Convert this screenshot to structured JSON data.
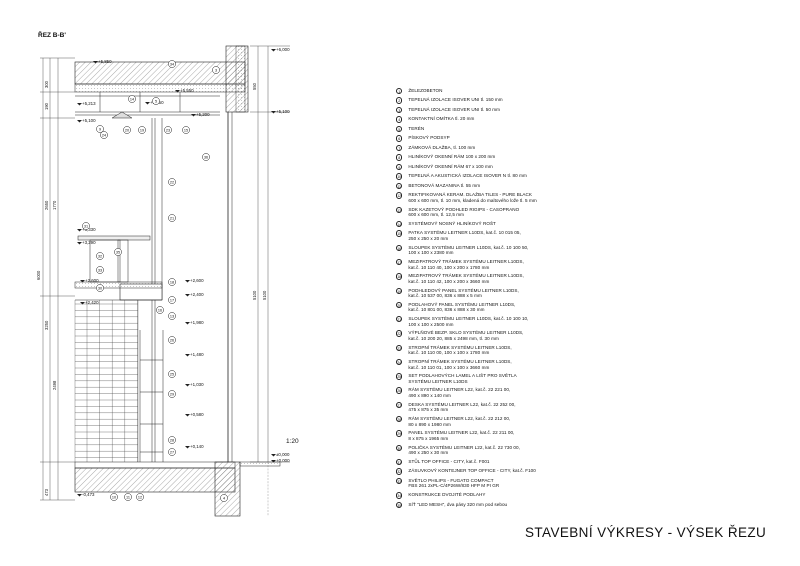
{
  "section_label": "ŘEZ B-B'",
  "scale": "1:20",
  "sheet_title": "STAVEBNÍ VÝKRESY - VÝSEK ŘEZU",
  "elevations": [
    "+6,000",
    "+5,850",
    "+5,550",
    "+5,250",
    "+5,213",
    "+5,200",
    "+5,100",
    "+5,100",
    "+3,330",
    "+3,290",
    "+2,600",
    "+2,600",
    "+2,420",
    "+2,400",
    "+1,980",
    "+1,480",
    "+1,030",
    "+0,580",
    "+0,140",
    "±0,000",
    "+0,000",
    "-0,473"
  ],
  "dims_left": [
    "300",
    "190",
    "1770",
    "2650",
    "6000",
    "3250",
    "2498",
    "473"
  ],
  "dims_right": [
    "550",
    "5100",
    "5100"
  ],
  "callouts": [
    "34",
    "3",
    "14",
    "5",
    "9",
    "23",
    "15",
    "19",
    "20",
    "24",
    "36",
    "22",
    "21",
    "31",
    "35",
    "32",
    "33",
    "30",
    "18",
    "17",
    "16",
    "13",
    "26",
    "25",
    "29",
    "28",
    "27",
    "12",
    "11",
    "10",
    "4"
  ],
  "legend": [
    {
      "n": "1",
      "text": "ŽELEZOBETON"
    },
    {
      "n": "2",
      "text": "TEPELNÁ IZOLACE ISOVER UNI tl. 150 mm"
    },
    {
      "n": "3",
      "text": "TEPELNÁ IZOLACE ISOVER UNI tl. 50 mm"
    },
    {
      "n": "4",
      "text": "KONTAKTNÍ OMÍTKA tl. 20 mm"
    },
    {
      "n": "5",
      "text": "TERÉN"
    },
    {
      "n": "6",
      "text": "PÍSKOVÝ PODSYP"
    },
    {
      "n": "7",
      "text": "ZÁMKOVÁ DLAŽBA, tl. 100 mm"
    },
    {
      "n": "8",
      "text": "HLINÍKOVÝ OKENNÍ RÁM 100 x 200 mm"
    },
    {
      "n": "9",
      "text": "HLINÍKOVÝ OKENNÍ RÁM 67 x 100 mm"
    },
    {
      "n": "10",
      "text": "TEPELNÁ A AKUSTICKÁ IZOLACE ISOVER N tl. 80 mm"
    },
    {
      "n": "11",
      "text": "BETONOVÁ MAZANINA tl. 55 mm"
    },
    {
      "n": "12",
      "text": "REKTIFIKOVANÁ KERAM. DLAŽBA TILES - PURE BLACK\n600 x 600 mm, tl. 10 mm, kladená do maltového lože tl. 5 mm"
    },
    {
      "n": "13",
      "text": "SDK KAZETOVÝ PODHLED RIGIPS - CASOPRANO\n600 x 600 mm, tl. 12,5 mm"
    },
    {
      "n": "14",
      "text": "SYSTÉMOVÝ NOSNÝ HLINÍKOVÝ ROŠT"
    },
    {
      "n": "15",
      "text": "PATKA SYSTÉMU LEITNER L10DS, kat.č. 10 015 05,\n250 x 250 x 20 mm"
    },
    {
      "n": "16",
      "text": "SLOUPEK SYSTÉMU LEITNER L10DS, kat.č. 10 100 50,\n100 x 100 x 2380 mm"
    },
    {
      "n": "17",
      "text": "MEZIPATROVÝ TRÁMEK SYSTÉMU LEITNER L10DS,\nkat.č. 10 110 40, 100 x 200 x 1780 mm"
    },
    {
      "n": "18",
      "text": "MEZIPATROVÝ TRÁMEK SYSTÉMU LEITNER L10DS,\nkat.č. 10 110 42, 100 x 200 x 3660 mm"
    },
    {
      "n": "19",
      "text": "PODHLEDOVÝ PANEL SYSTÉMU LEITNER L10DS,\nkat.č. 10 537 00, 836 x 888 x 5 mm"
    },
    {
      "n": "20",
      "text": "PODLAHOVÝ PANEL SYSTÉMU LEITNER L10DS,\nkat.č. 10 801 00, 836 x 888 x 30 mm"
    },
    {
      "n": "21",
      "text": "SLOUPEK SYSTÉMU LEITNER L10DS, kat.č. 10 100 10,\n100 x 100 x 2500 mm"
    },
    {
      "n": "22",
      "text": "VÝPLŇOVÉ BEZP. SKLO SYSTÉMU LEITNER L10DS,\nkat.č. 10 200 20, 885 x 2498 mm, tl. 30 mm"
    },
    {
      "n": "23",
      "text": "STROPNÍ TRÁMEK SYSTÉMU LEITNER L10DS,\nkat.č. 10 110 00, 100 x 100 x 1780 mm"
    },
    {
      "n": "24",
      "text": "STROPNÍ TRÁMEK SYSTÉMU LEITNER L10DS,\nkat.č. 10 110 01, 100 x 100 x 3660 mm"
    },
    {
      "n": "25",
      "text": "SET PODLAHOVÝCH LAMEL A LIŠT PRO SVĚTLA\nSYSTÉMU LEITNER L10DS"
    },
    {
      "n": "26",
      "text": "RÁM SYSTÉMU LEITNER L22, kat.č. 22 221 00,\n490 x 890 x 140 mm"
    },
    {
      "n": "27",
      "text": "DESKA SYSTÉMU LEITNER L22, kat.č. 22 252 00,\n475 x 875 x 35 mm"
    },
    {
      "n": "28",
      "text": "RÁM SYSTÉMU LEITNER L22, kat.č. 22 212 00,\n80 x 890 x 1980 mm"
    },
    {
      "n": "29",
      "text": "PANEL SYSTÉMU LEITNER L22, kat.č. 22 211 00,\n8 x 875 x 1965 mm"
    },
    {
      "n": "30",
      "text": "POLIČKA SYSTÉMU LEITNER L22, kat.č. 22 730 00,\n490 x 250 x 30 mm"
    },
    {
      "n": "31",
      "text": "STŮL TOP OFFICE - CITY, kat.č. F001"
    },
    {
      "n": "32",
      "text": "ZÁSUVKOVÝ KONTEJNER TOP OFFICE - CITY, kat.č. F100"
    },
    {
      "n": "33",
      "text": "SVĚTLO PHILIPS - FUGATO COMPACT\nFBS 261 2xPL-C/4P26W/830 HFP M PI GR"
    },
    {
      "n": "34",
      "text": "KONSTRUKCE DVOJITÉ PODLAHY"
    },
    {
      "n": "35",
      "text": "SÍŤ \"LED MESH\", dva pásy 320 mm pod sebou"
    }
  ]
}
